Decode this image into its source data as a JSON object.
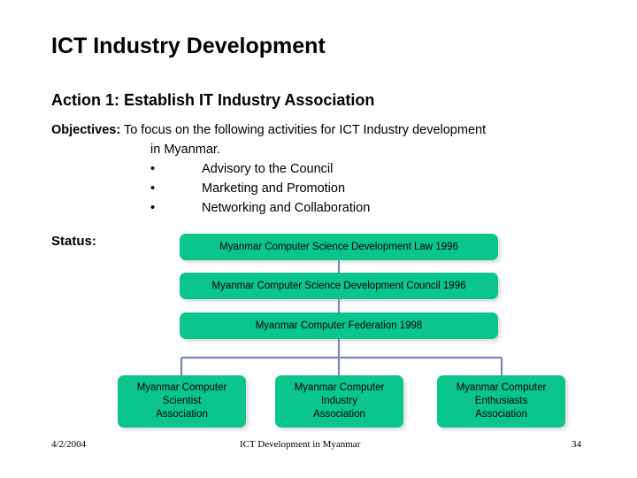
{
  "slide": {
    "title": "ICT Industry Development",
    "action_line": "Action 1: Establish IT Industry Association",
    "objectives": {
      "label": "Objectives:",
      "text_line_1": "To focus on the following activities for ICT Industry development",
      "text_line_2": "in Myanmar.",
      "bullet_char": "•",
      "bullets": [
        "Advisory to the Council",
        "Marketing and Promotion",
        "Networking and Collaboration"
      ]
    },
    "status_label": "Status:"
  },
  "org_chart": {
    "accent_color": "#0ac68c",
    "connector_color": "#7b86b5",
    "nodes": {
      "law": "Myanmar Computer Science Development Law 1996",
      "council": "Myanmar Computer Science Development Council 1996",
      "federation": "Myanmar Computer Federation 1998",
      "scientist": "Myanmar Computer Scientist Association",
      "industry": "Myanmar Computer Industry Association",
      "enthusiasts": "Myanmar Computer Enthusiasts Association"
    },
    "leaf_lines": {
      "scientist": [
        "Myanmar Computer",
        "Scientist",
        "Association"
      ],
      "industry": [
        "Myanmar Computer",
        "Industry",
        "Association"
      ],
      "enthusiasts": [
        "Myanmar Computer",
        "Enthusiasts",
        "Association"
      ]
    }
  },
  "footer": {
    "date": "4/2/2004",
    "center": "ICT Development in Myanmar",
    "page": "34"
  }
}
